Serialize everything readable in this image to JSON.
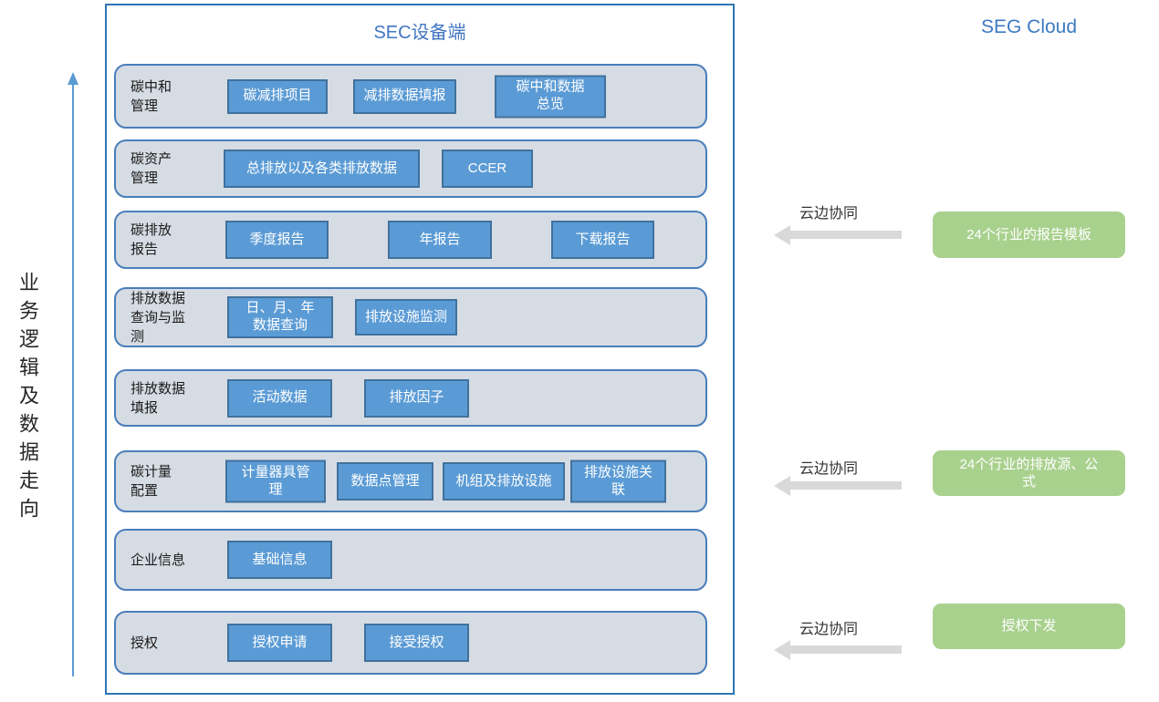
{
  "left_axis": {
    "label": "业务逻辑及数据走向"
  },
  "sec": {
    "title": "SEC设备端",
    "rows": [
      {
        "label": "碳中和\n管理",
        "buttons": [
          "碳减排项目",
          "减排数据填报",
          "碳中和数据\n总览"
        ]
      },
      {
        "label": "碳资产\n管理",
        "buttons": [
          "总排放以及各类排放数据",
          "CCER"
        ]
      },
      {
        "label": "碳排放\n报告",
        "buttons": [
          "季度报告",
          "年报告",
          "下载报告"
        ]
      },
      {
        "label": "排放数据\n查询与监\n测",
        "buttons": [
          "日、月、年\n数据查询",
          "排放设施监测"
        ]
      },
      {
        "label": "排放数据\n填报",
        "buttons": [
          "活动数据",
          "排放因子"
        ]
      },
      {
        "label": "碳计量\n配置",
        "buttons": [
          "计量器具管\n理",
          "数据点管理",
          "机组及排放设施",
          "排放设施关\n联"
        ]
      },
      {
        "label": "企业信息",
        "buttons": [
          "基础信息"
        ]
      },
      {
        "label": "授权",
        "buttons": [
          "授权申请",
          "接受授权"
        ]
      }
    ]
  },
  "cloud": {
    "title": "SEG Cloud",
    "links": [
      {
        "label": "云边协同",
        "box": "24个行业的报告模板"
      },
      {
        "label": "云边协同",
        "box": "24个行业的排放源、公\n式"
      },
      {
        "label": "云边协同",
        "box": "授权下发"
      }
    ]
  },
  "colors": {
    "chip_fill": "#5B9BD5",
    "chip_border": "#41719C",
    "row_fill": "#D6DCE4",
    "row_border": "#4A7EBB",
    "panel_border": "#2E75B6",
    "title_blue": "#4176C2",
    "cloud_box_green": "#A9D18E",
    "sync_arrow_gray": "#D9D9D9",
    "flow_arrow_blue": "#5B9BD5"
  }
}
